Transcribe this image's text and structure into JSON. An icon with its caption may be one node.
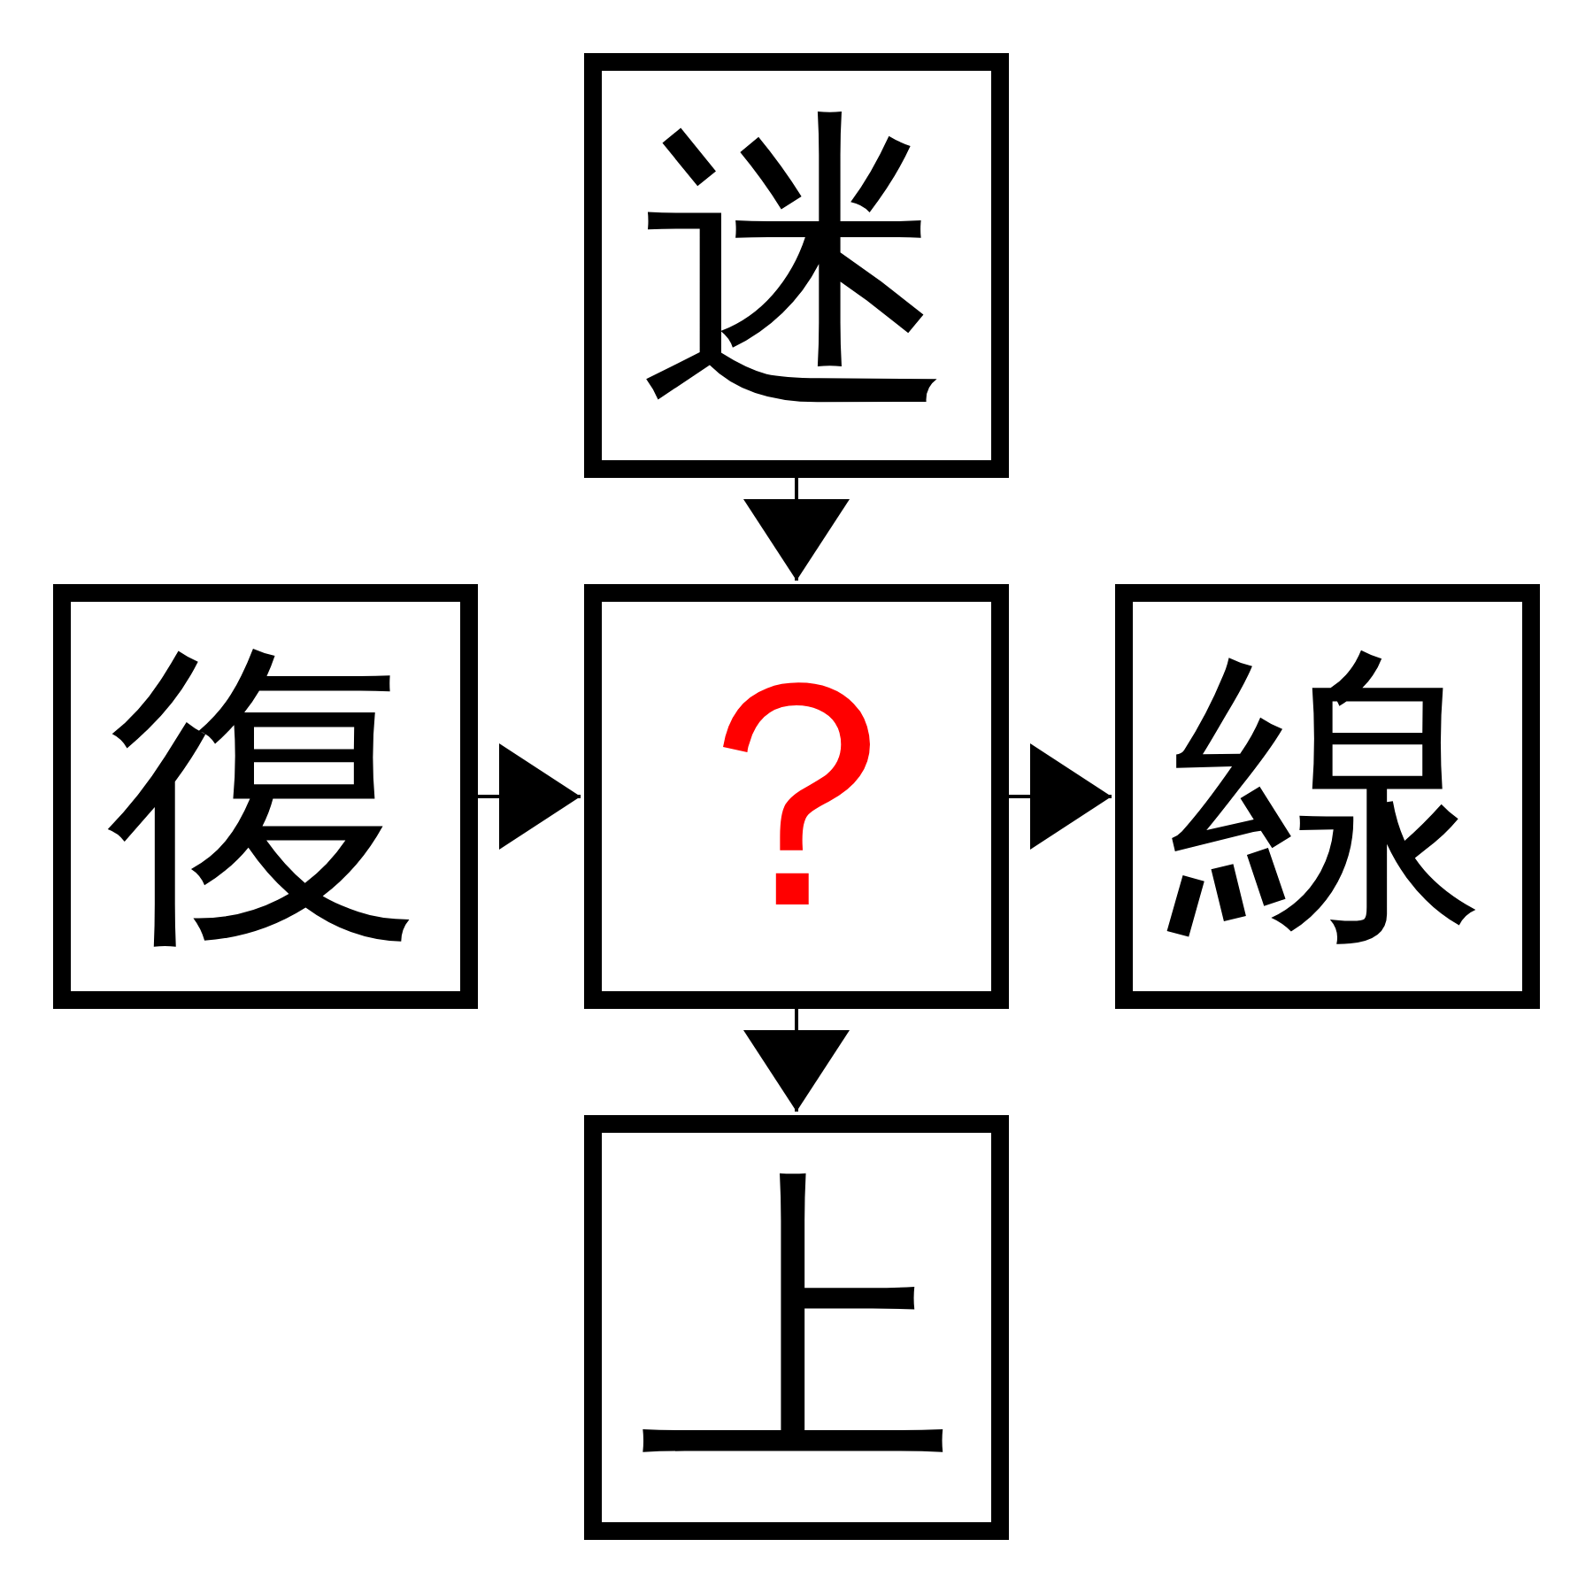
{
  "diagram": {
    "nodes": [
      {
        "text": [
          "迷"
        ]
      },
      {
        "text": [
          "復"
        ]
      },
      {
        "text": [
          "？"
        ]
      },
      {
        "text": [
          "線"
        ]
      },
      {
        "text": [
          "上"
        ]
      }
    ],
    "edges": [
      {
        "from": 0,
        "to": 2,
        "arrow": "to"
      },
      {
        "from": 1,
        "to": 2,
        "arrow": "to"
      },
      {
        "from": 2,
        "to": 3,
        "arrow": "to"
      },
      {
        "from": 2,
        "to": 4,
        "arrow": "to"
      }
    ]
  }
}
